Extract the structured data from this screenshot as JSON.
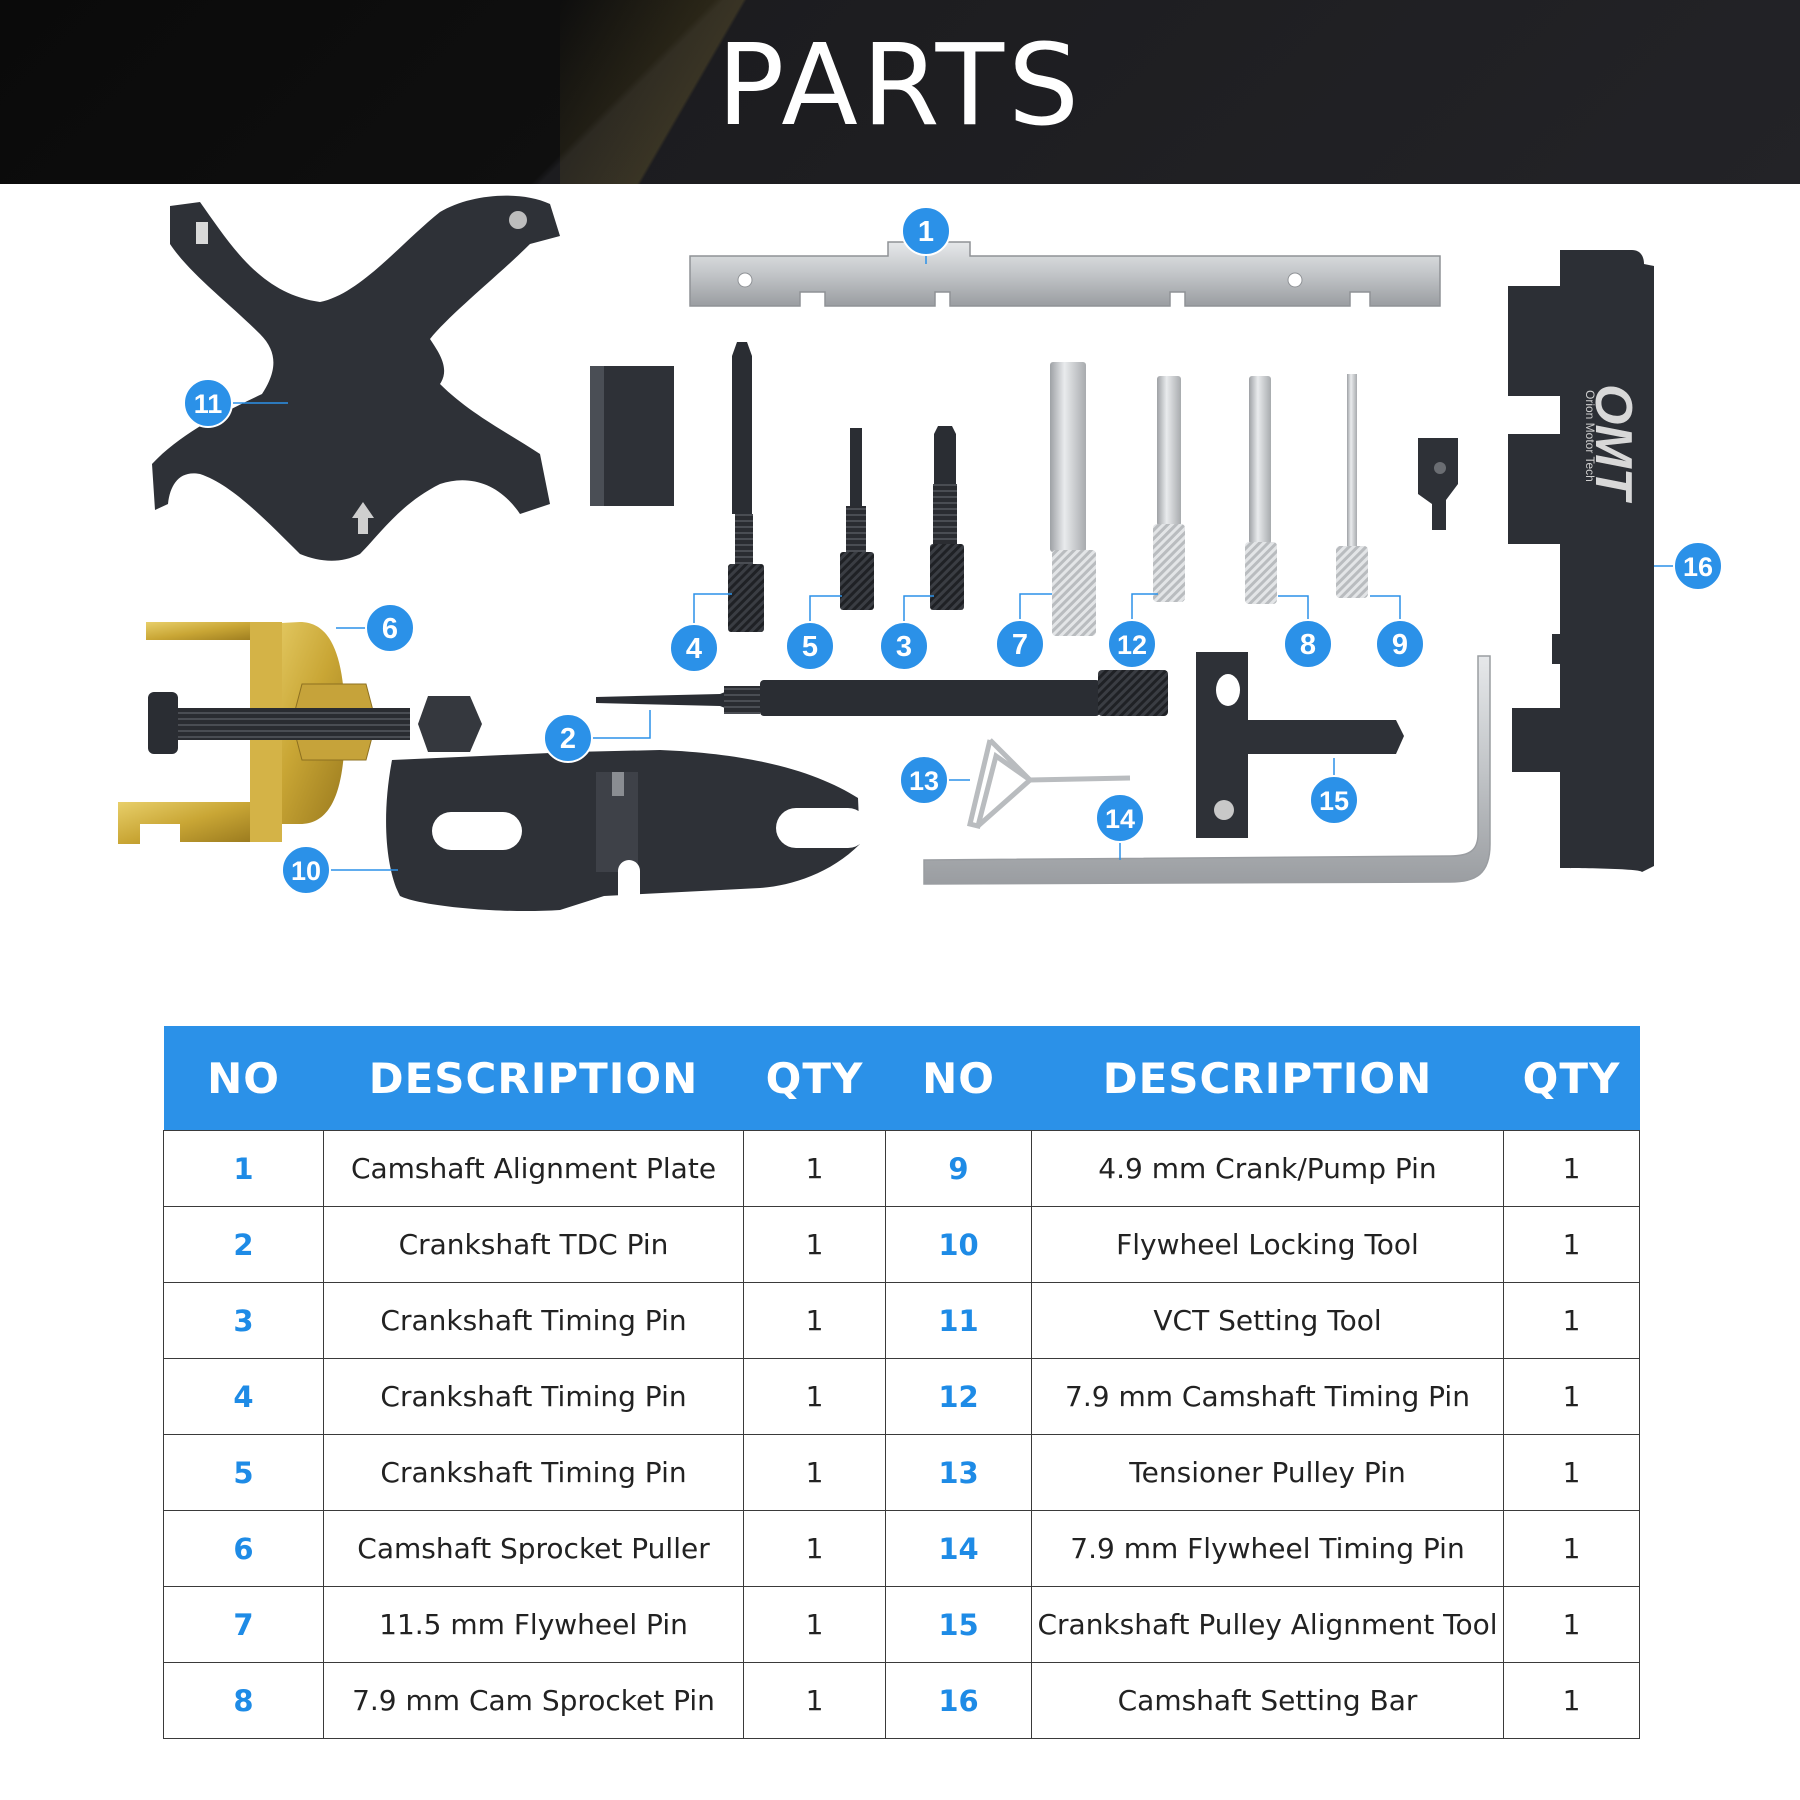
{
  "header": {
    "title": "PARTS"
  },
  "figure": {
    "brand_logo": "OMT",
    "brand_tagline": "Orion Motor Tech",
    "callouts": [
      "1",
      "2",
      "3",
      "4",
      "5",
      "6",
      "7",
      "8",
      "9",
      "10",
      "11",
      "12",
      "13",
      "14",
      "15",
      "16"
    ]
  },
  "colors": {
    "accent_blue": "#2b91e8",
    "number_blue": "#1e8be6",
    "header_bg": "#1c1c1f",
    "tool_black": "#2a2d33",
    "brass": "#c9a635",
    "steel": "#c4c6c9"
  },
  "table": {
    "headers": [
      "NO",
      "DESCRIPTION",
      "QTY",
      "NO",
      "DESCRIPTION",
      "QTY"
    ],
    "rows": [
      {
        "no_left": "1",
        "desc_left": "Camshaft Alignment Plate",
        "qty_left": "1",
        "no_right": "9",
        "desc_right": "4.9 mm Crank/Pump Pin",
        "qty_right": "1"
      },
      {
        "no_left": "2",
        "desc_left": "Crankshaft TDC Pin",
        "qty_left": "1",
        "no_right": "10",
        "desc_right": "Flywheel Locking Tool",
        "qty_right": "1"
      },
      {
        "no_left": "3",
        "desc_left": "Crankshaft Timing Pin",
        "qty_left": "1",
        "no_right": "11",
        "desc_right": "VCT Setting Tool",
        "qty_right": "1"
      },
      {
        "no_left": "4",
        "desc_left": "Crankshaft Timing Pin",
        "qty_left": "1",
        "no_right": "12",
        "desc_right": "7.9 mm Camshaft Timing Pin",
        "qty_right": "1"
      },
      {
        "no_left": "5",
        "desc_left": "Crankshaft Timing Pin",
        "qty_left": "1",
        "no_right": "13",
        "desc_right": "Tensioner Pulley Pin",
        "qty_right": "1"
      },
      {
        "no_left": "6",
        "desc_left": "Camshaft Sprocket Puller",
        "qty_left": "1",
        "no_right": "14",
        "desc_right": "7.9 mm Flywheel Timing Pin",
        "qty_right": "1"
      },
      {
        "no_left": "7",
        "desc_left": "11.5 mm Flywheel Pin",
        "qty_left": "1",
        "no_right": "15",
        "desc_right": "Crankshaft Pulley Alignment Tool",
        "qty_right": "1"
      },
      {
        "no_left": "8",
        "desc_left": "7.9 mm Cam Sprocket Pin",
        "qty_left": "1",
        "no_right": "16",
        "desc_right": "Camshaft Setting Bar",
        "qty_right": "1"
      }
    ]
  }
}
